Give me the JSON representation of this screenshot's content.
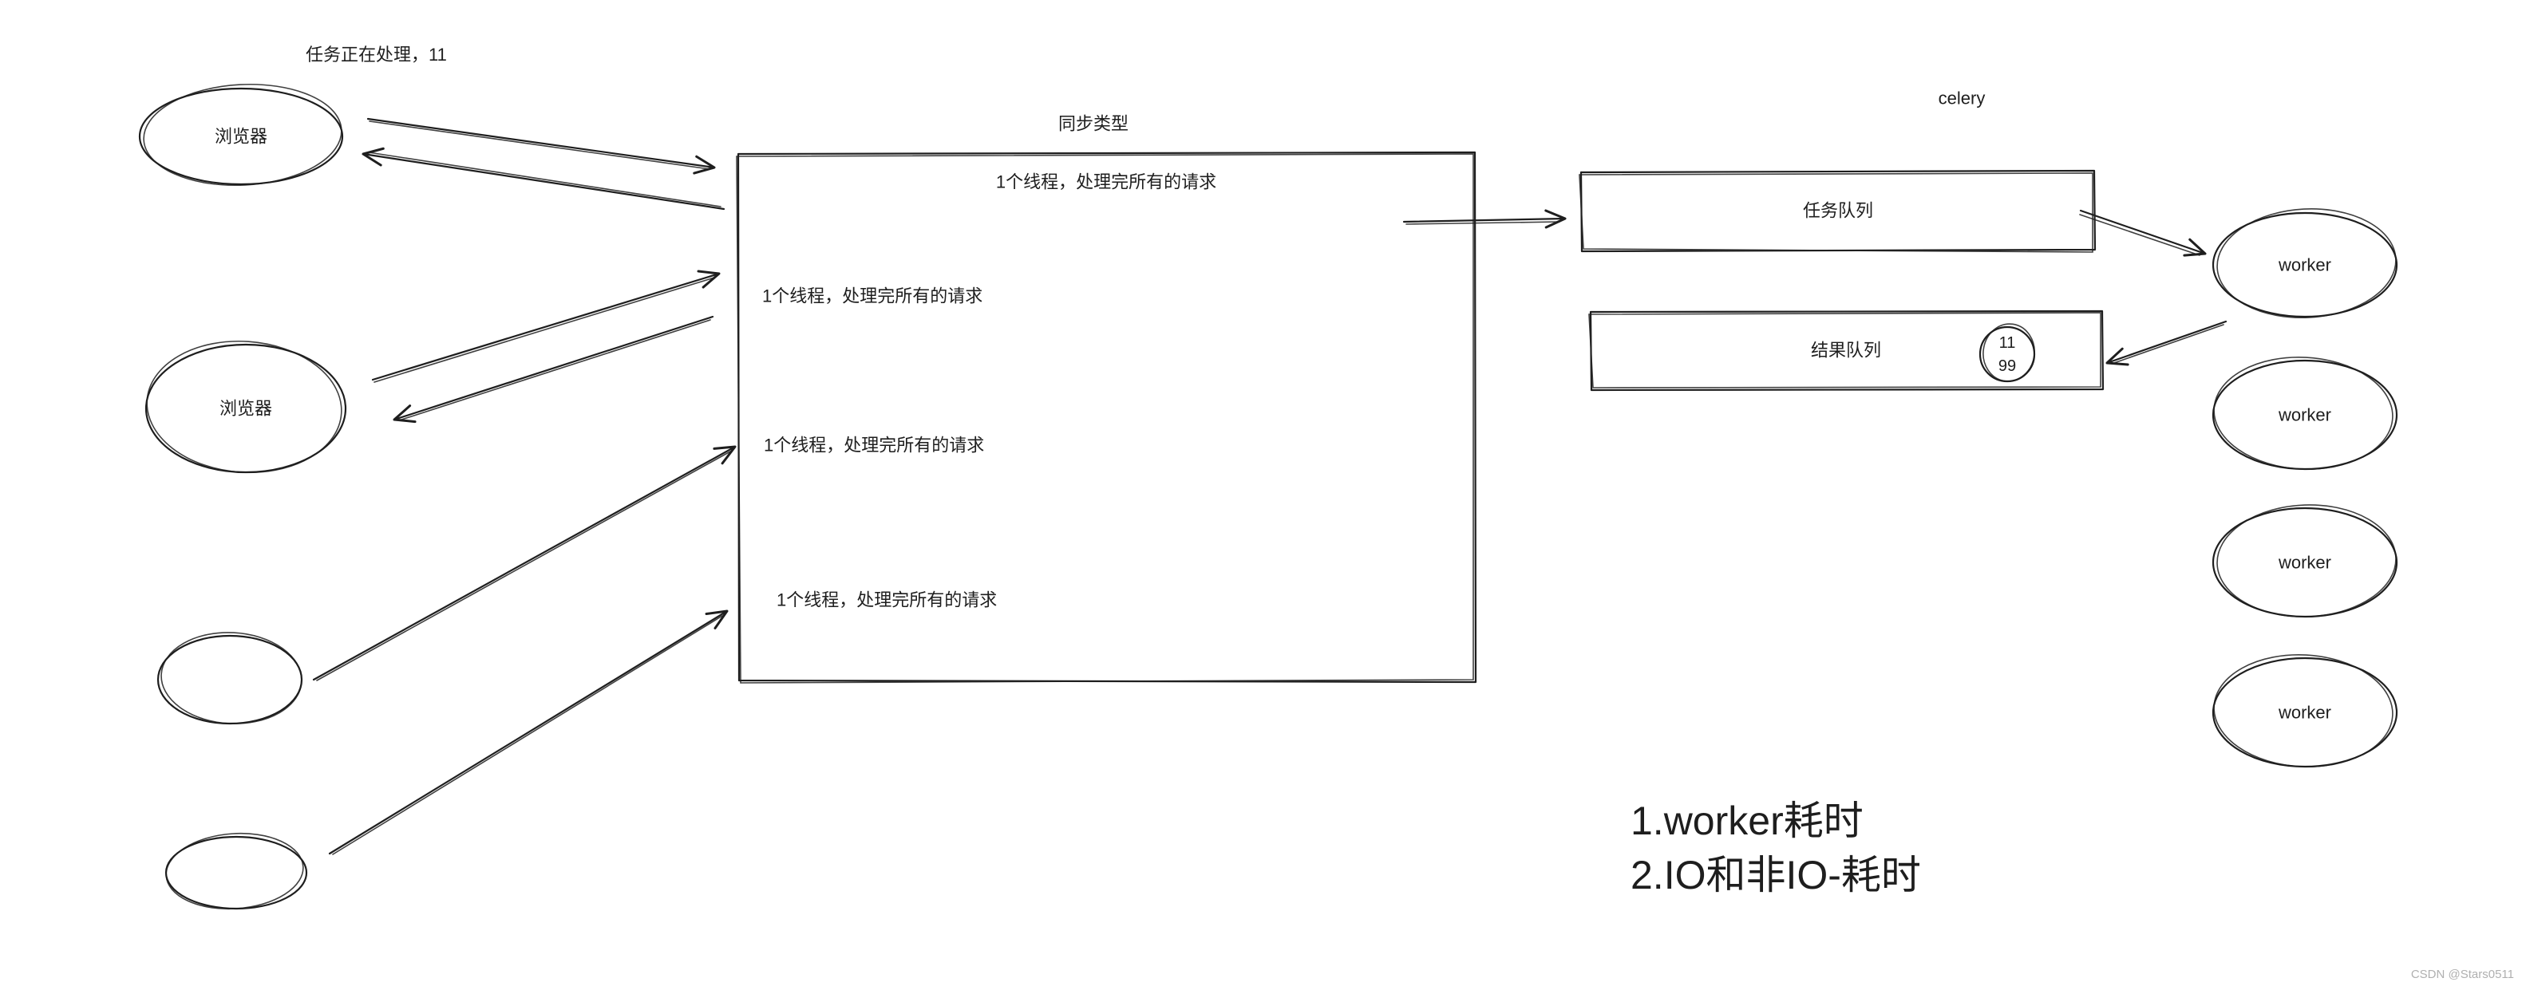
{
  "status_note": "任务正在处理，11",
  "browsers": [
    "浏览器",
    "浏览器"
  ],
  "sync": {
    "title": "同步类型",
    "threads": [
      "1个线程，处理完所有的请求",
      "1个线程，处理完所有的请求",
      "1个线程，处理完所有的请求",
      "1个线程，处理完所有的请求"
    ]
  },
  "celery": {
    "title": "celery",
    "task_queue": "任务队列",
    "result_queue": "结果队列",
    "result_badge": [
      "11",
      "99"
    ]
  },
  "workers": [
    "worker",
    "worker",
    "worker",
    "worker"
  ],
  "notes": [
    "1.worker耗时",
    "2.IO和非IO-耗时"
  ],
  "watermark": "CSDN @Stars0511",
  "colors": {
    "stroke": "#1e1e1e",
    "background": "#ffffff",
    "watermark": "#b0b0b0"
  }
}
